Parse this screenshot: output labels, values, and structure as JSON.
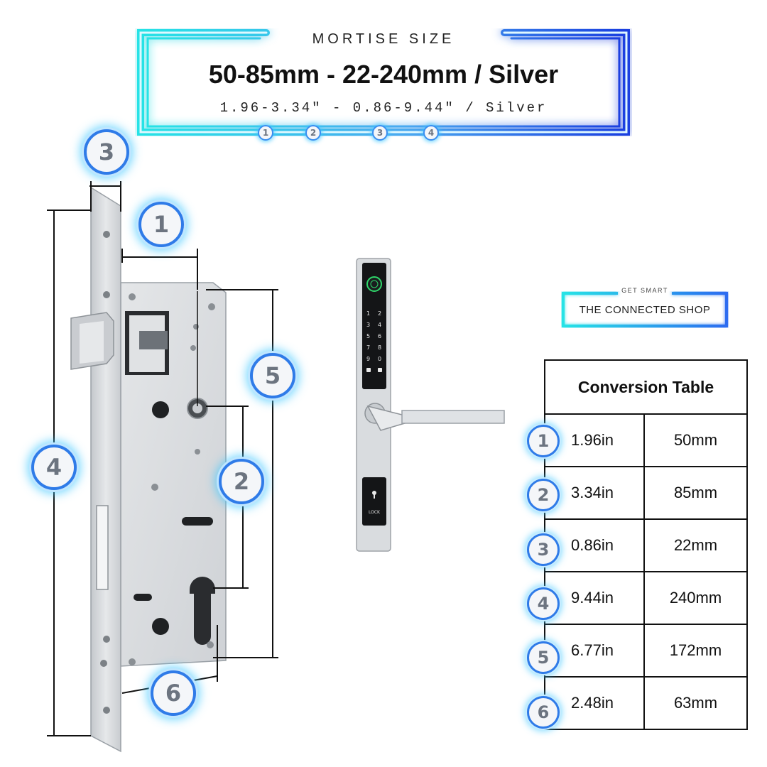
{
  "header": {
    "eyebrow": "MORTISE SIZE",
    "title": "50-85mm - 22-240mm / Silver",
    "subtitle": "1.96-3.34\" - 0.86-9.44\" / Silver",
    "step_badges": [
      "1",
      "2",
      "3",
      "4"
    ]
  },
  "logo": {
    "top_line": "GET SMART",
    "name": "THE CONNECTED SHOP"
  },
  "diagram_badges": {
    "b1": "1",
    "b2": "2",
    "b3": "3",
    "b4": "4",
    "b5": "5",
    "b6": "6"
  },
  "keypad_keys": [
    "1",
    "2",
    "3",
    "4",
    "5",
    "6",
    "7",
    "8",
    "9",
    "0"
  ],
  "lock_label": "LOCK",
  "table": {
    "title": "Conversion Table",
    "rows": [
      {
        "num": "1",
        "inch": "1.96in",
        "mm": "50mm"
      },
      {
        "num": "2",
        "inch": "3.34in",
        "mm": "85mm"
      },
      {
        "num": "3",
        "inch": "0.86in",
        "mm": "22mm"
      },
      {
        "num": "4",
        "inch": "9.44in",
        "mm": "240mm"
      },
      {
        "num": "5",
        "inch": "6.77in",
        "mm": "172mm"
      },
      {
        "num": "6",
        "inch": "2.48in",
        "mm": "63mm"
      }
    ]
  },
  "colors": {
    "neon_cyan": "#27e3e6",
    "neon_blue": "#1a4fe0",
    "badge_border": "#2f7be8",
    "steel": "#d2d5d9"
  }
}
